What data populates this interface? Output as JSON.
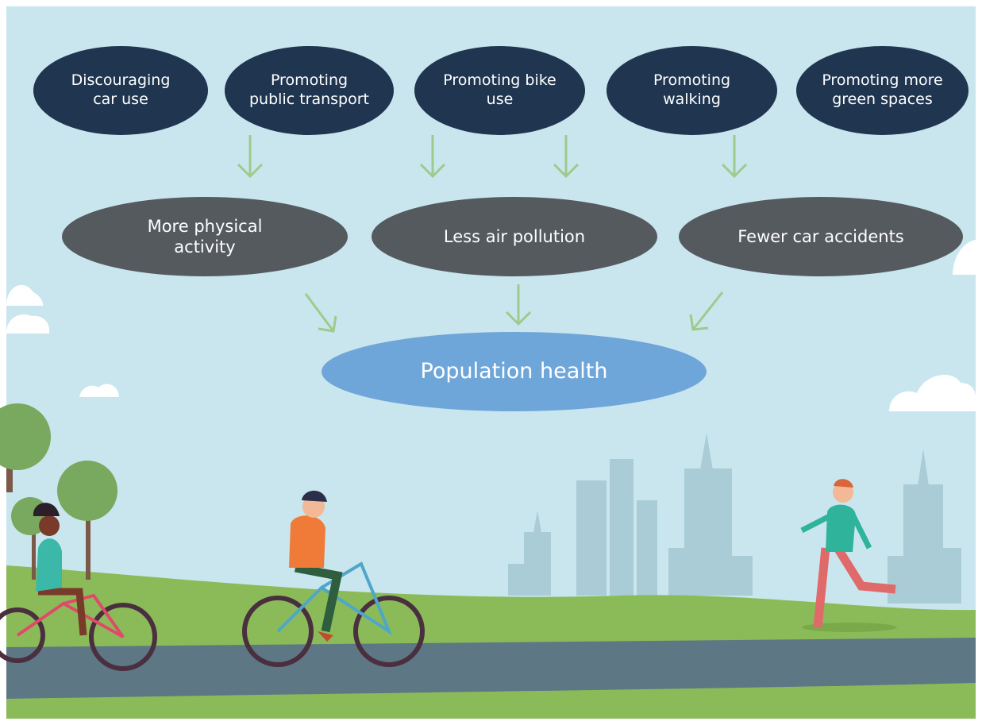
{
  "diagram": {
    "interventions": [
      {
        "id": "car",
        "label": "Discouraging\ncar use"
      },
      {
        "id": "transport",
        "label": "Promoting\npublic transport"
      },
      {
        "id": "bike",
        "label": "Promoting bike\nuse"
      },
      {
        "id": "walk",
        "label": "Promoting\nwalking"
      },
      {
        "id": "green",
        "label": "Promoting more\ngreen spaces"
      }
    ],
    "outcomes": [
      {
        "id": "activity",
        "label": "More physical\nactivity"
      },
      {
        "id": "pollution",
        "label": "Less air pollution"
      },
      {
        "id": "accidents",
        "label": "Fewer car accidents"
      }
    ],
    "result": {
      "id": "health",
      "label": "Population health"
    }
  },
  "colors": {
    "sky": "#c9e6ee",
    "intervention_fill": "#1f3550",
    "outcome_fill": "#555a5f",
    "result_fill": "#6fa6d9",
    "arrow": "#9dcb8c",
    "grass": "#8bbb59",
    "path": "#5d7785",
    "buildings": "#a9ccd6"
  },
  "illustration": {
    "figures": [
      "cyclist-woman",
      "cyclist-man",
      "runner"
    ],
    "background": [
      "trees",
      "clouds",
      "city-skyline"
    ]
  }
}
